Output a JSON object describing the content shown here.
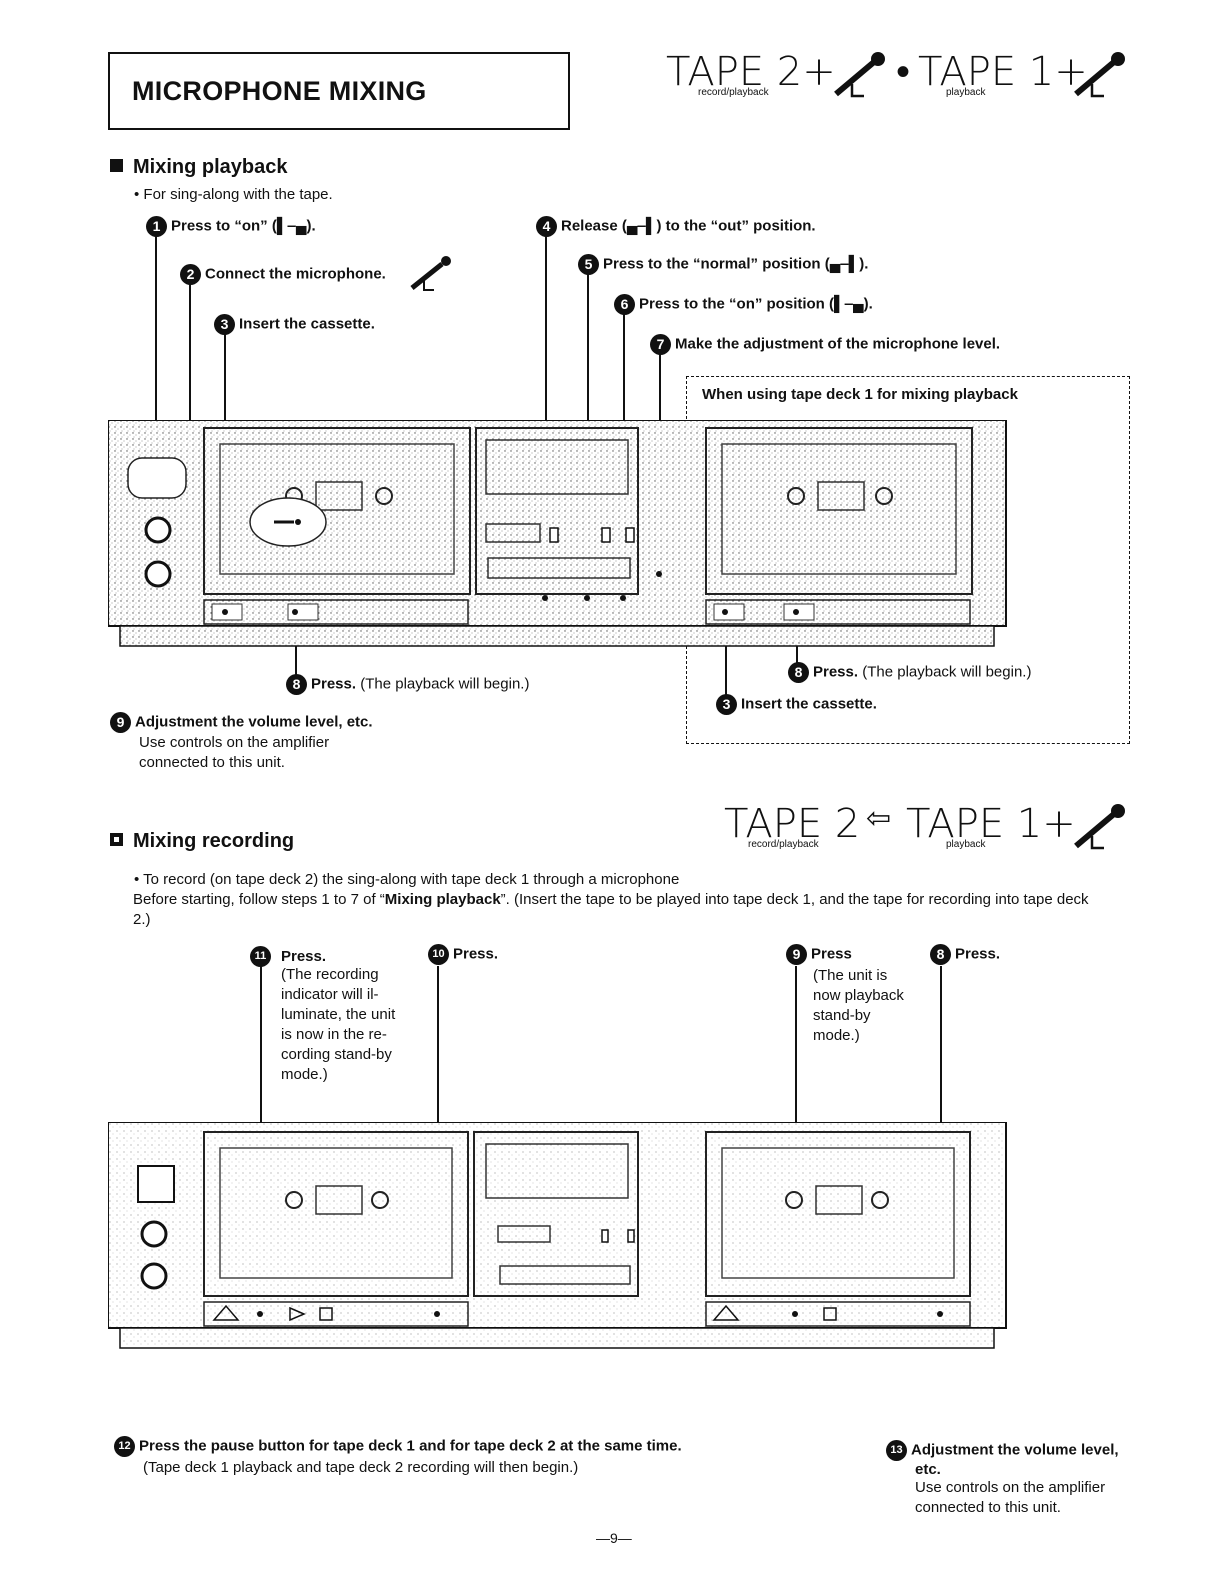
{
  "header": {
    "title": "MICROPHONE MIXING",
    "formula_top": {
      "tape2": "TAPE 2+",
      "tape2_sub": "record/playback",
      "bullet": "•",
      "tape1": "TAPE 1+",
      "tape1_sub": "playback"
    }
  },
  "mixing_playback": {
    "heading": "Mixing playback",
    "intro": "• For sing-along with the tape.",
    "steps": [
      {
        "n": "1",
        "text": "Press to “on” (▌‒▄)."
      },
      {
        "n": "2",
        "text": "Connect the microphone."
      },
      {
        "n": "3",
        "text": "Insert the cassette."
      },
      {
        "n": "4",
        "text": "Release (▄‒▌) to the “out” position."
      },
      {
        "n": "5",
        "text": "Press to the “normal” position (▄‒▌)."
      },
      {
        "n": "6",
        "text": "Press to the “on” position (▌‒▄)."
      },
      {
        "n": "7",
        "text": "Make the adjustment of the microphone level."
      },
      {
        "n": "8",
        "bold": "Press.",
        "rest": " (The playback will begin.)"
      },
      {
        "n": "9",
        "bold": "Adjustment the volume level, etc.",
        "line2": "Use controls on the amplifier",
        "line3": "connected to this unit."
      }
    ],
    "deck1_box": {
      "title": "When using tape deck 1 for mixing playback",
      "step8_n": "8",
      "step8_bold": "Press.",
      "step8_rest": " (The playback will begin.)",
      "step3_n": "3",
      "step3_text": "Insert the cassette."
    }
  },
  "mixing_recording": {
    "heading": "Mixing recording",
    "formula": {
      "tape2": "TAPE 2",
      "tape2_sub": "record/playback",
      "arrow": "⇦",
      "tape1": "TAPE 1+",
      "tape1_sub": "playback"
    },
    "intro1": "• To record (on tape deck 2) the sing-along with tape deck 1 through a microphone",
    "intro2_pre": "Before starting, follow steps 1 to 7 of “",
    "intro2_bold": "Mixing playback",
    "intro2_post": "”. (Insert the tape to be played into tape deck 1, and the tape for recording into tape deck 2.)",
    "step11": {
      "n": "11",
      "bold": "Press.",
      "lines": [
        "(The recording",
        "indicator will il-",
        "luminate, the unit",
        "is now in the re-",
        "cording stand-by",
        "mode.)"
      ]
    },
    "step10": {
      "n": "10",
      "bold": "Press."
    },
    "step9": {
      "n": "9",
      "bold": "Press",
      "lines": [
        "(The unit is",
        "now playback",
        "stand-by",
        "mode.)"
      ]
    },
    "step8": {
      "n": "8",
      "bold": "Press."
    },
    "step12": {
      "n": "12",
      "bold": "Press the pause button for tape deck 1 and for tape deck 2 at the same time.",
      "line2": "(Tape deck 1 playback and tape deck 2 recording will then begin.)"
    },
    "step13": {
      "n": "13",
      "bold1": "Adjustment the volume level,",
      "bold2": "etc.",
      "line3": "Use controls on the amplifier",
      "line4": "connected to this unit."
    }
  },
  "page_number": "—9—"
}
